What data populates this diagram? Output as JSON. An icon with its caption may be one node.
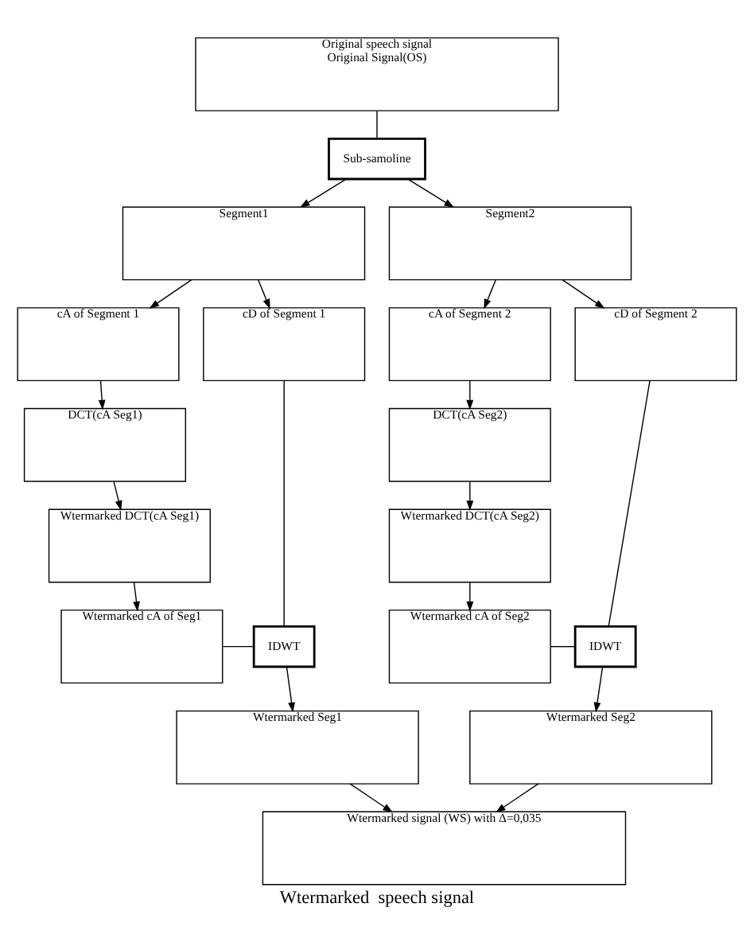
{
  "diagram": {
    "caption": "Wtermarked  speech signal",
    "nodes": [
      {
        "text": [
          "Original speech signal",
          "Original Signal(OS)"
        ]
      },
      {
        "text": [
          "Sub-samoline"
        ]
      },
      {
        "text": [
          "Segment1"
        ]
      },
      {
        "text": [
          "Segment2"
        ]
      },
      {
        "text": [
          "cA of Segment 1"
        ]
      },
      {
        "text": [
          "cD of Segment 1"
        ]
      },
      {
        "text": [
          "cA of Segment 2"
        ]
      },
      {
        "text": [
          "cD of Segment 2"
        ]
      },
      {
        "text": [
          "DCT(cA Seg1)"
        ]
      },
      {
        "text": [
          "DCT(cA Seg2)"
        ]
      },
      {
        "text": [
          "Wtermarked DCT(cA Seg1)"
        ]
      },
      {
        "text": [
          "Wtermarked DCT(cA Seg2)"
        ]
      },
      {
        "text": [
          "Wtermarked cA of Seg1"
        ]
      },
      {
        "text": [
          "IDWT"
        ]
      },
      {
        "text": [
          "Wtermarked cA of Seg2"
        ]
      },
      {
        "text": [
          "IDWT"
        ]
      },
      {
        "text": [
          "Wtermarked Seg1"
        ]
      },
      {
        "text": [
          "Wtermarked Seg2"
        ]
      },
      {
        "text": [
          "Wtermarked signal (WS) with Δ=0,035"
        ]
      }
    ],
    "edges": [
      {
        "from": 0,
        "to": 1,
        "arrow": "none"
      },
      {
        "from": 1,
        "to": 2,
        "arrow": "to"
      },
      {
        "from": 1,
        "to": 3,
        "arrow": "to"
      },
      {
        "from": 2,
        "to": 4,
        "arrow": "to"
      },
      {
        "from": 2,
        "to": 5,
        "arrow": "to"
      },
      {
        "from": 3,
        "to": 6,
        "arrow": "to"
      },
      {
        "from": 3,
        "to": 7,
        "arrow": "to"
      },
      {
        "from": 4,
        "to": 8,
        "arrow": "to"
      },
      {
        "from": 6,
        "to": 9,
        "arrow": "to"
      },
      {
        "from": 8,
        "to": 10,
        "arrow": "to"
      },
      {
        "from": 9,
        "to": 11,
        "arrow": "to"
      },
      {
        "from": 10,
        "to": 12,
        "arrow": "to"
      },
      {
        "from": 11,
        "to": 14,
        "arrow": "to"
      },
      {
        "from": 12,
        "to": 13,
        "arrow": "none"
      },
      {
        "from": 5,
        "to": 13,
        "arrow": "none"
      },
      {
        "from": 13,
        "to": 16,
        "arrow": "to"
      },
      {
        "from": 14,
        "to": 15,
        "arrow": "none"
      },
      {
        "from": 7,
        "to": 15,
        "arrow": "none"
      },
      {
        "from": 15,
        "to": 17,
        "arrow": "to"
      },
      {
        "from": 16,
        "to": 18,
        "arrow": "to"
      },
      {
        "from": 17,
        "to": 18,
        "arrow": "to"
      }
    ]
  }
}
